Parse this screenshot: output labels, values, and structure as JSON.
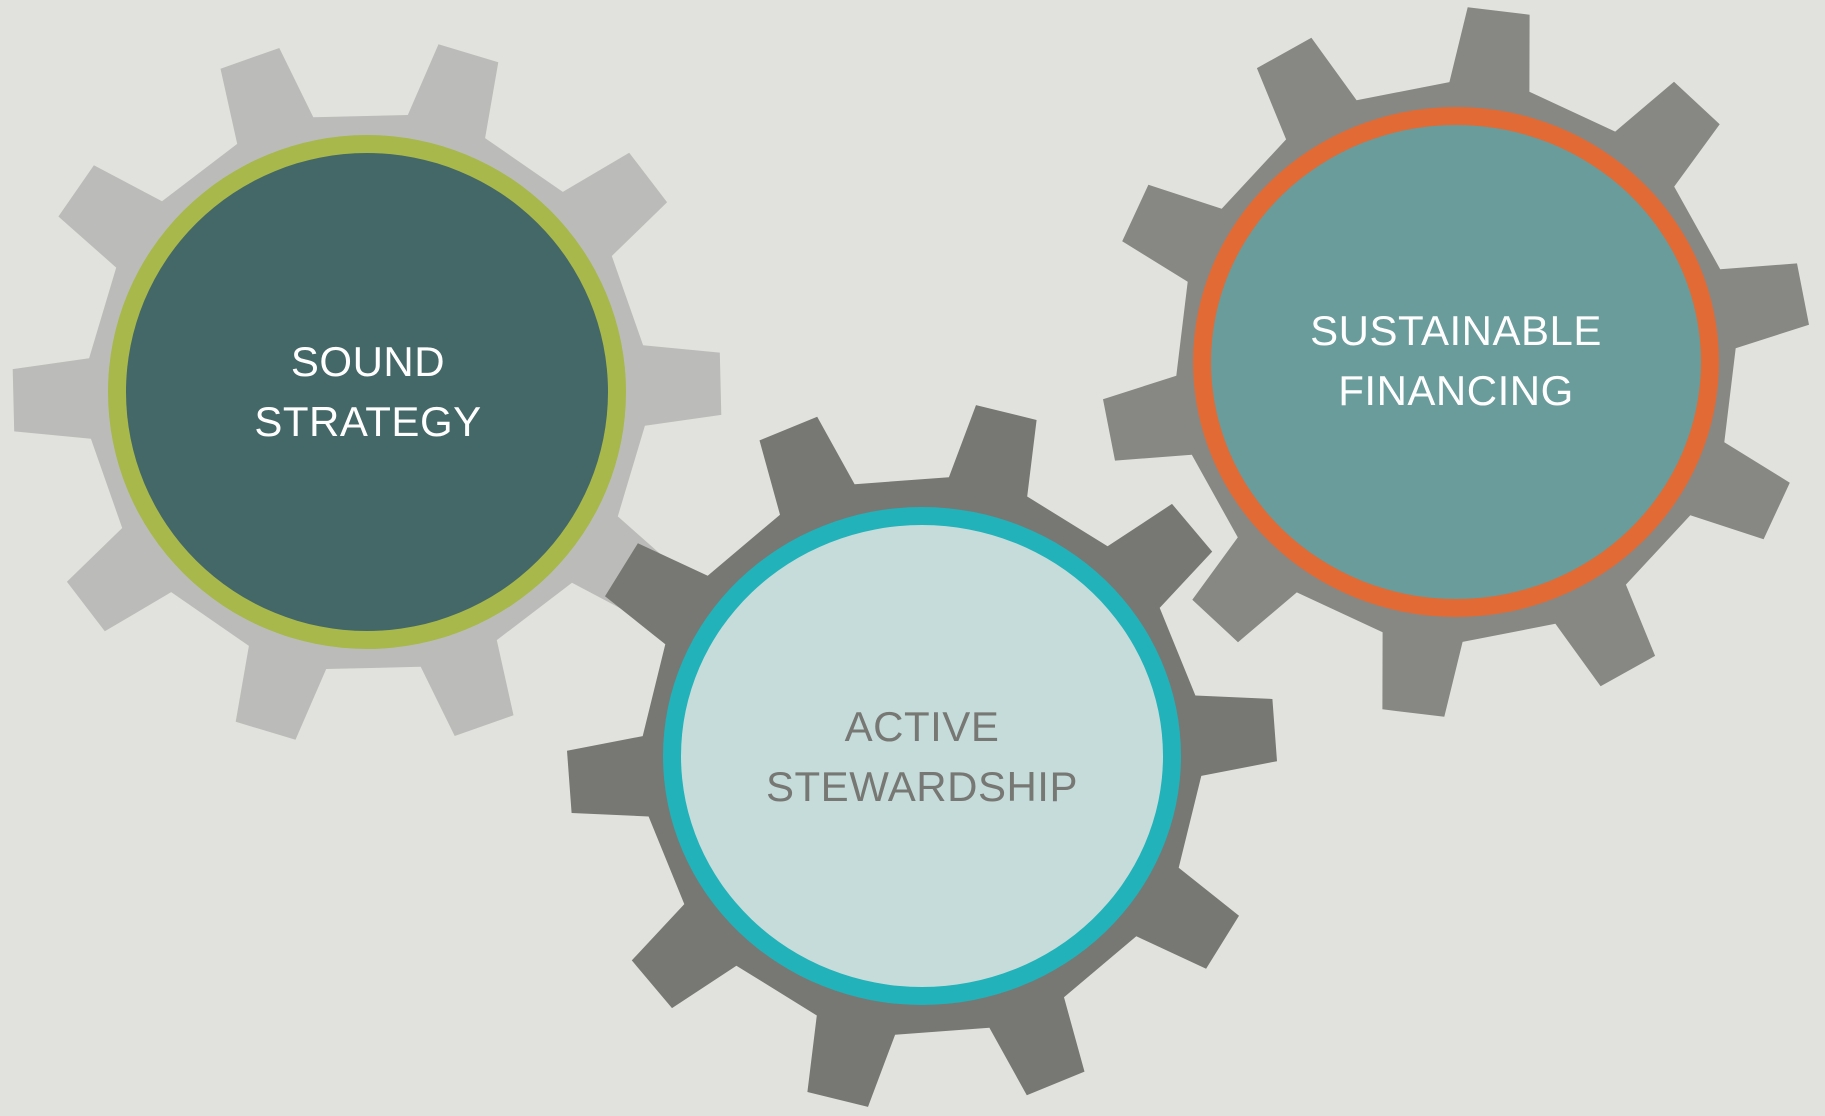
{
  "colors": {
    "background": "#e1e2dd",
    "gear_light": "#bbbcb9",
    "gear_dark": "#777874",
    "gear_mid": "#878884",
    "sound_fill": "#436867",
    "sound_ring": "#a8b84a",
    "active_fill": "#c5dcdb",
    "active_ring": "#22b2b9",
    "sustainable_fill": "#699c9b",
    "sustainable_ring": "#e26a35"
  },
  "gears": [
    {
      "id": "sound-strategy",
      "icon": "gear-icon",
      "line1": "SOUND",
      "line2": "STRATEGY",
      "text_color": "#ffffff"
    },
    {
      "id": "active-stewardship",
      "icon": "gear-icon",
      "line1": "ACTIVE",
      "line2": "STEWARDSHIP",
      "text_color": "#777874"
    },
    {
      "id": "sustainable-financing",
      "icon": "gear-icon",
      "line1": "SUSTAINABLE",
      "line2": "FINANCING",
      "text_color": "#ffffff"
    }
  ]
}
